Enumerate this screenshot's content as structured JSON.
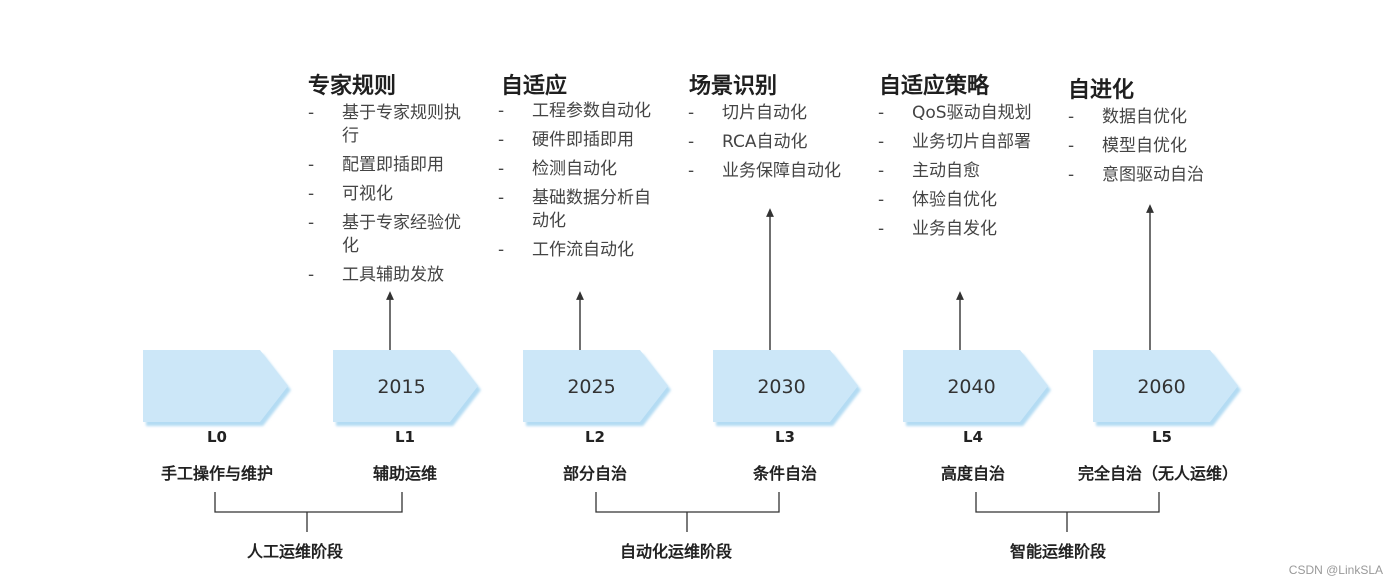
{
  "stages": [
    {
      "id": "L0",
      "year": "",
      "code": "L0",
      "name": "手工操作与维护",
      "title": "",
      "items": []
    },
    {
      "id": "L1",
      "year": "2015",
      "code": "L1",
      "name": "辅助运维",
      "title": "专家规则",
      "items": [
        "基于专家规则执行",
        "配置即插即用",
        "可视化",
        "基于专家经验优化",
        "工具辅助发放"
      ]
    },
    {
      "id": "L2",
      "year": "2025",
      "code": "L2",
      "name": "部分自治",
      "title": "自适应",
      "items": [
        "工程参数自动化",
        "硬件即插即用",
        "检测自动化",
        "基础数据分析自动化",
        "工作流自动化"
      ]
    },
    {
      "id": "L3",
      "year": "2030",
      "code": "L3",
      "name": "条件自治",
      "title": "场景识别",
      "items": [
        "切片自动化",
        "RCA自动化",
        "业务保障自动化"
      ]
    },
    {
      "id": "L4",
      "year": "2040",
      "code": "L4",
      "name": "高度自治",
      "title": "自适应策略",
      "items": [
        "QoS驱动自规划",
        "业务切片自部署",
        "主动自愈",
        "体验自优化",
        "业务自发化"
      ]
    },
    {
      "id": "L5",
      "year": "2060",
      "code": "L5",
      "name": "完全自治（无人运维）",
      "title": "自进化",
      "items": [
        "数据自优化",
        "模型自优化",
        "意图驱动自治"
      ]
    }
  ],
  "phases": [
    {
      "label": "人工运维阶段"
    },
    {
      "label": "自动化运维阶段"
    },
    {
      "label": "智能运维阶段"
    }
  ],
  "bullet_marker": "-",
  "watermark": "CSDN @LinkSLA",
  "colors": {
    "arrow_fill": "#cce7f8",
    "arrow_edge": "#b3dbf3",
    "line": "#333333"
  }
}
